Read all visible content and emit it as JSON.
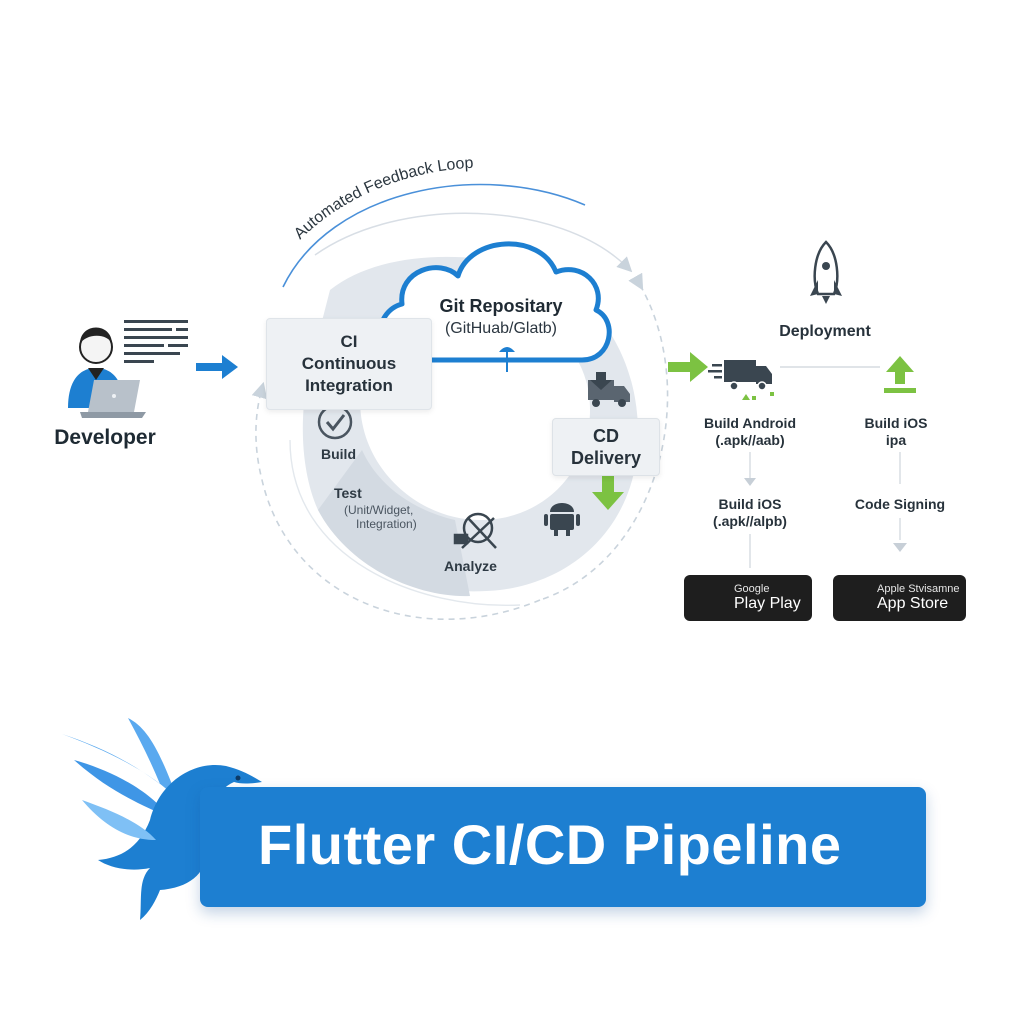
{
  "title": "Flutter CI/CD Pipeline",
  "feedback_loop": {
    "label": "Automated Feedback Loop"
  },
  "developer": {
    "label": "Developer"
  },
  "ci": {
    "line1": "CI",
    "line2": "Continuous",
    "line3": "Integration"
  },
  "repository": {
    "title": "Git Repositary",
    "subtitle": "(GitHuab/Glatb)"
  },
  "ring": {
    "build": "Build",
    "test": "Test",
    "test_sub1": "(Unit/Widget,",
    "test_sub2": "Integration)",
    "analyze": "Analyze"
  },
  "cd": {
    "line1": "CD",
    "line2": "Delivery"
  },
  "deployment": {
    "title": "Deployment",
    "build_android_line1": "Build Android",
    "build_android_line2": "(.apk//aab)",
    "build_ios_ipa_line1": "Build iOS",
    "build_ios_ipa_line2": "ipa",
    "build_ios_line1": "Build iOS",
    "build_ios_line2": "(.apk//alpb)",
    "code_signing": "Code Signing"
  },
  "stores": {
    "google_small": "Google",
    "google_big": "Play Play",
    "apple_small": "Apple Stvisamne",
    "apple_big": "App Store"
  },
  "colors": {
    "primary_blue": "#1d7fd1",
    "green_arrow": "#7cc242",
    "ring_grey": "#dde3ea",
    "badge_dark": "#1e1e1e"
  }
}
